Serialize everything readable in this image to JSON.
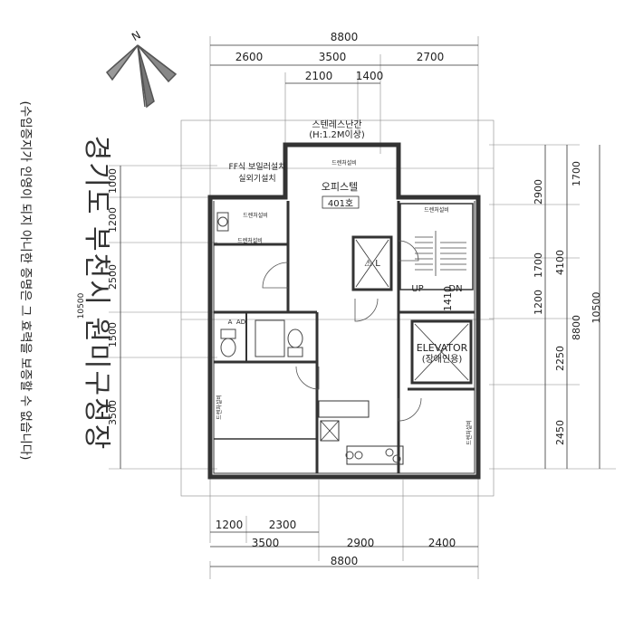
{
  "north_label": "N",
  "dims": {
    "top_total": "8800",
    "top_2600": "2600",
    "top_3500": "3500",
    "top_2700": "2700",
    "top_2100": "2100",
    "top_1400": "1400",
    "bottom_1200": "1200",
    "bottom_2300": "2300",
    "bottom_3500": "3500",
    "bottom_2900": "2900",
    "bottom_2400": "2400",
    "bottom_total": "8800",
    "left_1000": "1000",
    "left_1200": "1200",
    "left_2500": "2500",
    "left_1500": "1500",
    "left_3500": "3500",
    "right_2900": "2900",
    "right_1700": "1700",
    "right_4100": "4100",
    "right_1200": "1200",
    "right_8800": "8800",
    "right_2250": "2250",
    "right_2450": "2450",
    "right_1700b": "1700",
    "right_10500": "10500",
    "inner_1410": "1410",
    "inner_10500": "10500"
  },
  "labels": {
    "stainless_rail": "스텐레스난간",
    "rail_height": "(H:1.2M이상)",
    "drainage_top": "드렌처설비",
    "ff_boiler": "FF식 보일러설치",
    "outdoor_unit": "실외기설치",
    "officetel": "오피스텔",
    "room_no": "401호",
    "drainage_left": "드렌처설비",
    "drainage_stair": "드렌처설비",
    "stair_sign": "⚠ L",
    "stair_up": "UP",
    "stair_dn": "DN",
    "elevator": "ELEVATOR",
    "elevator_sub": "(장애인용)",
    "drainage_right": "드렌처설비",
    "drainage_left_v": "드렌처설비",
    "drainage_bottom": "드렌처설비",
    "legend_a": "A",
    "legend_ad": "AD"
  },
  "stamp": {
    "note": "(수입증지가 인영이 되지 아니한 증명은 그 효력을 보증할 수 없습니다)",
    "office": "경기도 부천시 원미구청장"
  }
}
